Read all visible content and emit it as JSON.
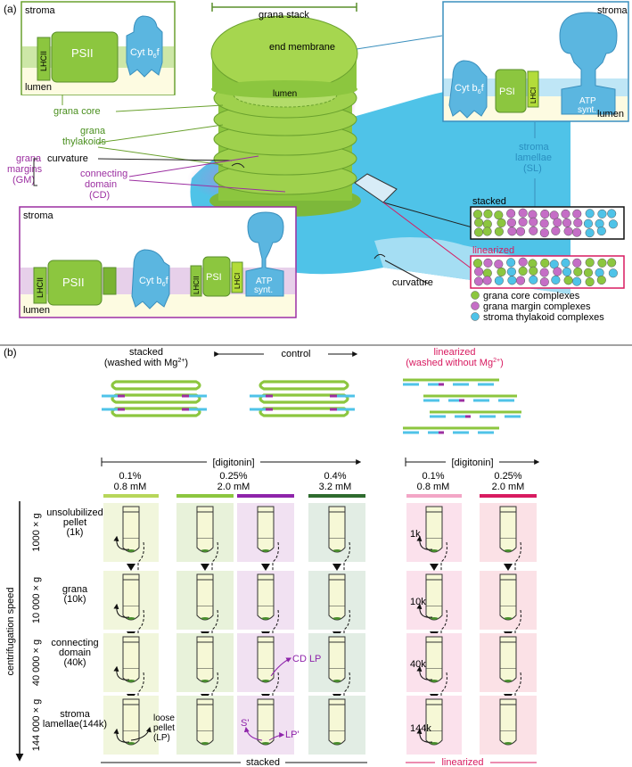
{
  "panel_a": {
    "label": "(a)",
    "grana_stack": "grana stack",
    "end_membrane": "end membrane",
    "lumen_center": "lumen",
    "grana_core": "grana core",
    "grana_thylakoids_1": "grana",
    "grana_thylakoids_2": "thylakoids",
    "curvature_left": "curvature",
    "grana_margins_1": "grana",
    "grana_margins_2": "margins",
    "grana_margins_3": "(GM)",
    "connecting_1": "connecting",
    "connecting_2": "domain",
    "connecting_3": "(CD)",
    "curvature_right": "curvature",
    "sl_1": "stroma",
    "sl_2": "lamellae",
    "sl_3": "(SL)",
    "stacked": "stacked",
    "linearized": "linearized",
    "box_core": {
      "stroma": "stroma",
      "lumen": "lumen",
      "lhcii": "LHCII",
      "psii": "PSII",
      "cyt": "Cyt b",
      "cyt_sub": "6",
      "cyt_f": "f"
    },
    "box_sl": {
      "stroma": "stroma",
      "lumen": "lumen",
      "cyt": "Cyt b",
      "cyt_sub": "6",
      "cyt_f": "f",
      "psi": "PSI",
      "lhci": "LHCI",
      "atp1": "ATP",
      "atp2": "synt."
    },
    "box_cd": {
      "stroma": "stroma",
      "lumen": "lumen",
      "lhcii": "LHCII",
      "psii": "PSII",
      "cyt": "Cyt b",
      "cyt_sub": "6",
      "cyt_f": "f",
      "lhcii2": "LHCII",
      "psi": "PSI",
      "lhci": "LHCI",
      "atp1": "ATP",
      "atp2": "synt."
    },
    "legend": [
      {
        "label": "grana core complexes",
        "color": "#8cc63f"
      },
      {
        "label": "grana margin complexes",
        "color": "#c56ec6"
      },
      {
        "label": "stroma thylakoid complexes",
        "color": "#4fc3e8"
      }
    ]
  },
  "panel_b": {
    "label": "(b)",
    "stacked_title": "stacked",
    "stacked_sub": "(washed with Mg",
    "sup": "2+",
    "close_paren": ")",
    "control": "control",
    "linearized_title": "linearized",
    "linearized_sub": "(washed without Mg",
    "digitonin": "[digitonin]",
    "digitonin2": "[digitonin]",
    "conc": [
      {
        "pct": "0.1%",
        "mm": "0.8 mM"
      },
      {
        "pct": "0.25%",
        "mm": "2.0 mM"
      },
      {
        "pct": "0.4%",
        "mm": "3.2 mM"
      },
      {
        "pct": "0.1%",
        "mm": "0.8 mM"
      },
      {
        "pct": "0.25%",
        "mm": "2.0 mM"
      }
    ],
    "speed_axis": "centrifugation speed",
    "speeds": [
      "1000 × g",
      "10 000 × g",
      "40 000 × g",
      "144 000 × g"
    ],
    "row_labels": [
      [
        "unsolubilized",
        "pellet",
        "(1k)"
      ],
      [
        "grana",
        "(10k)"
      ],
      [
        "connecting",
        "domain",
        "(40k)"
      ],
      [
        "stroma",
        "lamellae(144k)"
      ]
    ],
    "loose_pellet": [
      "loose",
      "pellet",
      "(LP)"
    ],
    "cd_lp": "CD LP",
    "s_prime": "S'",
    "lp_prime": "LP'",
    "lin_labels": [
      "1k",
      "10k",
      "40k",
      "144k"
    ],
    "bottom_stacked": "stacked",
    "bottom_linearized": "linearized"
  }
}
